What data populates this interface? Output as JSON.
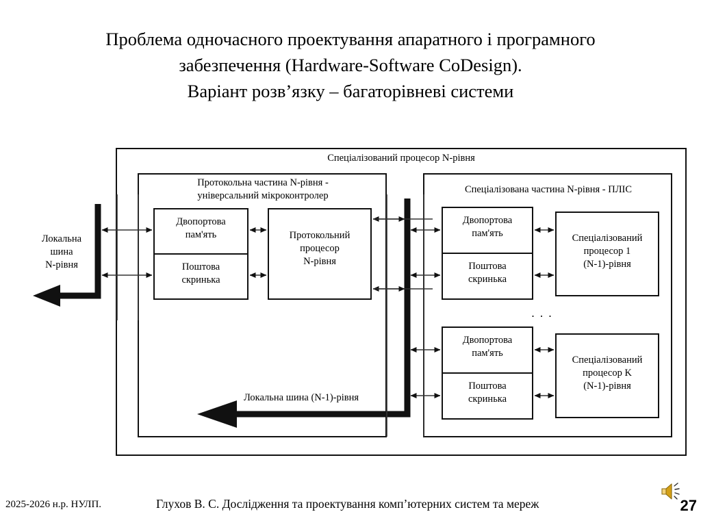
{
  "slide": {
    "title_lines": [
      "Проблема одночасного проектування апаратного і програмного",
      "забезпечення (Hardware-Software CoDesign).",
      "Варіант розв’язку – багаторівневі системи"
    ]
  },
  "diagram": {
    "outer_frame_label": "Спеціалізований процесор N-рівня",
    "left_block": {
      "title": "Протокольна частина N-рівня -\nуніверсальний мікроконтролер",
      "dual_port_memory": "Двопортова\nпам'ять",
      "mailbox": "Поштова\nскринька",
      "processor": "Протокольний\nпроцесор\nN-рівня"
    },
    "right_block": {
      "title": "Спеціалізована частина N-рівня - ПЛІС",
      "units": [
        {
          "dual_port_memory": "Двопортова\nпам'ять",
          "mailbox": "Поштова\nскринька",
          "processor": "Спеціалізований\nпроцесор 1\n(N-1)-рівня"
        },
        {
          "dual_port_memory": "Двопортова\nпам'ять",
          "mailbox": "Поштова\nскринька",
          "processor": "Спеціалізований\nпроцесор K\n(N-1)-рівня"
        }
      ],
      "ellipsis": ". . ."
    },
    "left_bus_label": "Локальна\nшина\nN-рівня",
    "bottom_bus_label": "Локальна  шина (N-1)-рівня"
  },
  "footer": {
    "left": "2025-2026 н.р. НУЛП.",
    "center": "Глухов В. С. Дослідження та проектування комп’ютерних систем та мереж",
    "page_number": "27",
    "speaker_icon": "speaker-icon"
  },
  "colors": {
    "ink": "#000000",
    "background": "#ffffff",
    "thin_line": "#3a3a3a",
    "speaker_body": "#d4a017",
    "speaker_light": "#f2d27a"
  }
}
